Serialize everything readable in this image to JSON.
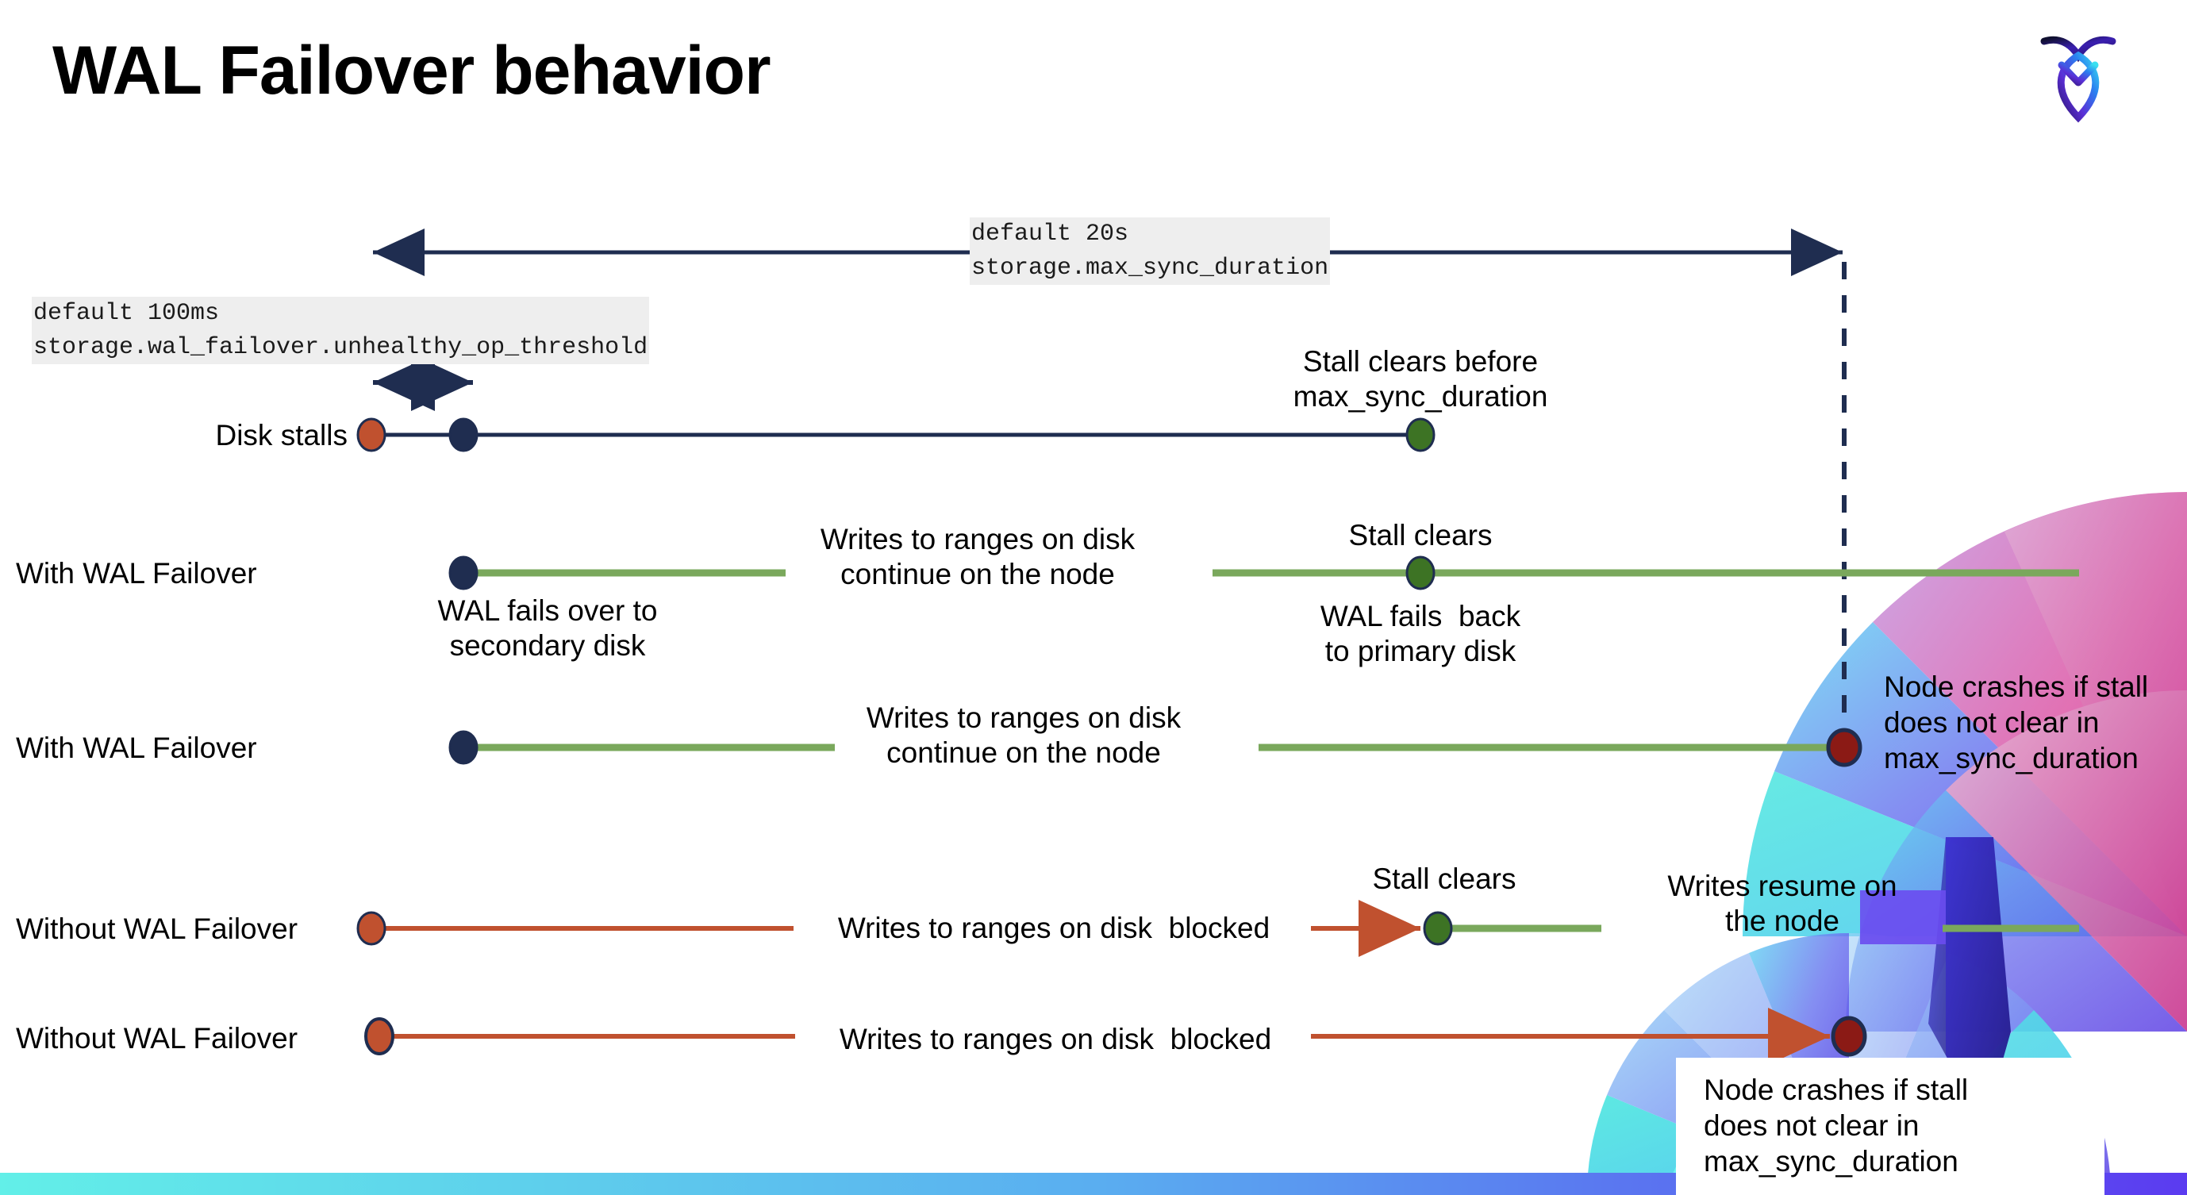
{
  "page": {
    "title": "WAL Failover behavior",
    "brand_logo_name": "cockroachdb-logo"
  },
  "settings": {
    "max_sync": {
      "default": "default 20s",
      "name": "storage.max_sync_duration"
    },
    "unhealthy": {
      "default": "default 100ms",
      "name": "storage.wal_failover.unhealthy_op_threshold"
    }
  },
  "colors": {
    "navy": "#1f2d50",
    "green_line": "#7aa85c",
    "green_dot": "#3d7324",
    "orange": "#c0512f",
    "dark_red": "#8b1a15",
    "chip_bg": "#eeeeee",
    "bar_left": "#62efe8",
    "bar_right": "#5b3bf0"
  },
  "rows": {
    "disk_stalls": {
      "label": "Disk stalls",
      "note_right": "Stall clears before\nmax_sync_duration"
    },
    "with_failover_1": {
      "label": "With WAL Failover",
      "note_start": "WAL fails over to\nsecondary disk",
      "note_middle": "Writes to ranges on disk\ncontinue on the node",
      "note_clears": "Stall clears",
      "note_back": "WAL fails  back\nto primary disk"
    },
    "with_failover_2": {
      "label": "With WAL Failover",
      "note_middle": "Writes to ranges on disk\ncontinue on the node",
      "note_crash": "Node crashes if stall\ndoes not clear in\nmax_sync_duration"
    },
    "without_failover_1": {
      "label": "Without WAL Failover",
      "note_middle": "Writes to ranges on disk  blocked",
      "note_clears": "Stall clears",
      "note_resume": "Writes resume on\nthe node"
    },
    "without_failover_2": {
      "label": "Without WAL Failover",
      "note_middle": "Writes to ranges on disk  blocked",
      "note_crash": "Node crashes if stall\ndoes not clear in\nmax_sync_duration"
    }
  }
}
